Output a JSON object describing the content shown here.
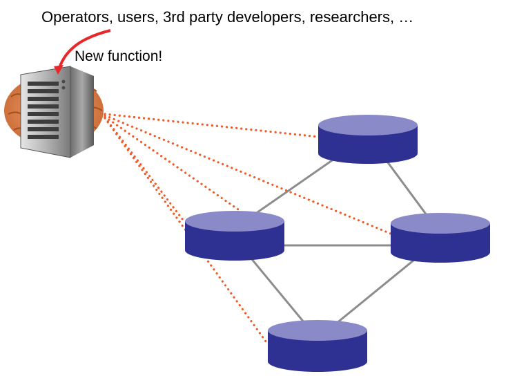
{
  "caption": "Operators, users, 3rd party developers, researchers, …",
  "new_function_label": "New function!",
  "icons": {
    "server": "server-tower-icon",
    "brain": "brain-icon",
    "switch": "network-switch-icon"
  },
  "colors": {
    "switch_top": "#8a8ac8",
    "switch_side": "#2e3192",
    "physical_link": "#8c8c8c",
    "control_link": "#f15a24",
    "arrow": "#e8272a",
    "brain": "#d9824a"
  },
  "nodes": [
    {
      "id": "switch-top"
    },
    {
      "id": "switch-left"
    },
    {
      "id": "switch-right"
    },
    {
      "id": "switch-bottom"
    }
  ],
  "links": [
    {
      "from": "switch-top",
      "to": "switch-left"
    },
    {
      "from": "switch-top",
      "to": "switch-right"
    },
    {
      "from": "switch-left",
      "to": "switch-right"
    },
    {
      "from": "switch-left",
      "to": "switch-bottom"
    },
    {
      "from": "switch-right",
      "to": "switch-bottom"
    }
  ],
  "control_links": [
    {
      "from": "controller",
      "to": "switch-top"
    },
    {
      "from": "controller",
      "to": "switch-left"
    },
    {
      "from": "controller",
      "to": "switch-right"
    },
    {
      "from": "controller",
      "to": "switch-bottom"
    }
  ]
}
